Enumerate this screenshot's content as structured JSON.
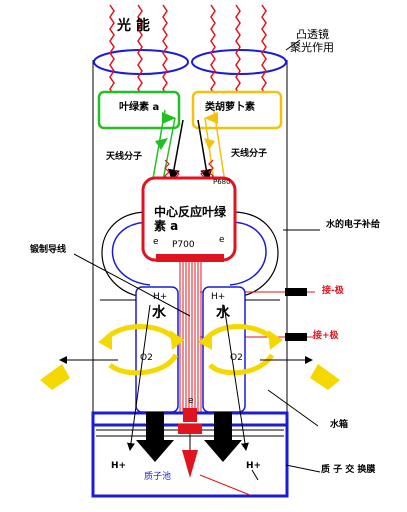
{
  "labels": {
    "light_energy": "光 能",
    "convex_lens": "凸透镜",
    "focusing": "聚光作用",
    "chlorophyll_a": "叶绿素 a",
    "carotenoid": "类胡萝卜素",
    "antenna_left": "天线分子",
    "antenna_right": "天线分子",
    "reaction_center": "中心反应叶绿素 a",
    "p680": "P680",
    "p700": "P700",
    "e_left": "e",
    "e_right": "e",
    "water_electron": "水的电子补给",
    "wire": "锻制导线",
    "neg_pole": "接-极",
    "pos_pole": "接+极",
    "water_left": "水",
    "water_right": "水",
    "h_left_top": "H+",
    "h_right_top": "H+",
    "o2_left": "O2",
    "o2_right": "O2",
    "water_tank": "水箱",
    "e_bottom": "e",
    "h_bottom_left": "H+",
    "h_bottom_right": "H+",
    "proton_pool": "质子池",
    "membrane": "质 子 交 换膜"
  },
  "colors": {
    "light_wave": "#e0141e",
    "container_blue": "#1b1bd8",
    "green": "#23c023",
    "yellow": "#f4c20d",
    "red": "#e0141e",
    "arrow_yellow": "#f5d800"
  }
}
